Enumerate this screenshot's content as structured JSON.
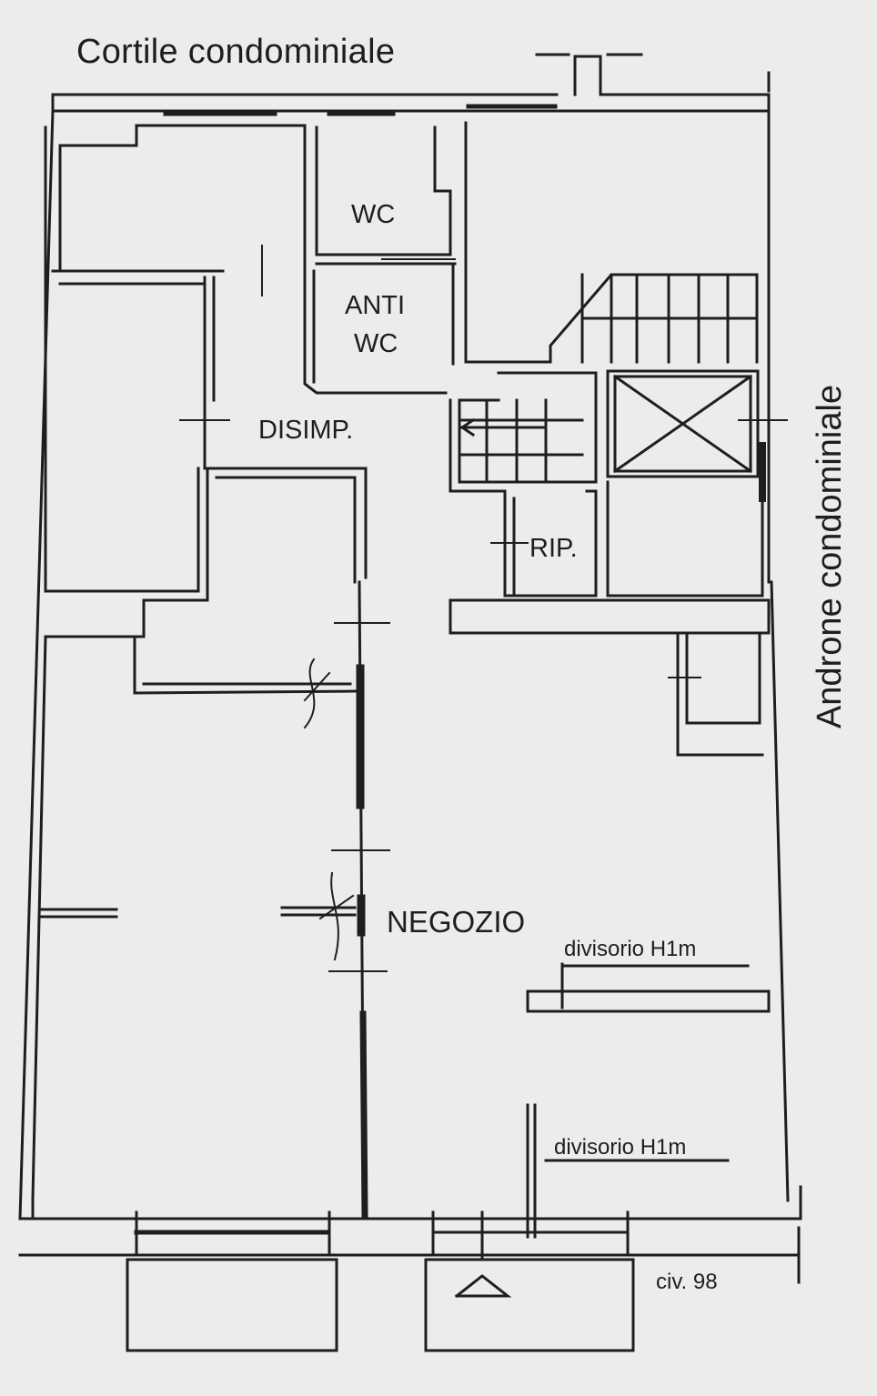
{
  "labels": {
    "courtyard": "Cortile condominiale",
    "entrance_hall": "Androne condominiale",
    "wc": "WC",
    "anti_wc_line1": "ANTI",
    "anti_wc_line2": "WC",
    "hallway": "DISIMP.",
    "storage": "RIP.",
    "shop": "NEGOZIO",
    "partition_1": "divisorio H1m",
    "partition_2": "divisorio H1m",
    "street_number": "civ. 98"
  },
  "colors": {
    "paper": "#ecedeb",
    "ink": "#1e1e1e"
  }
}
